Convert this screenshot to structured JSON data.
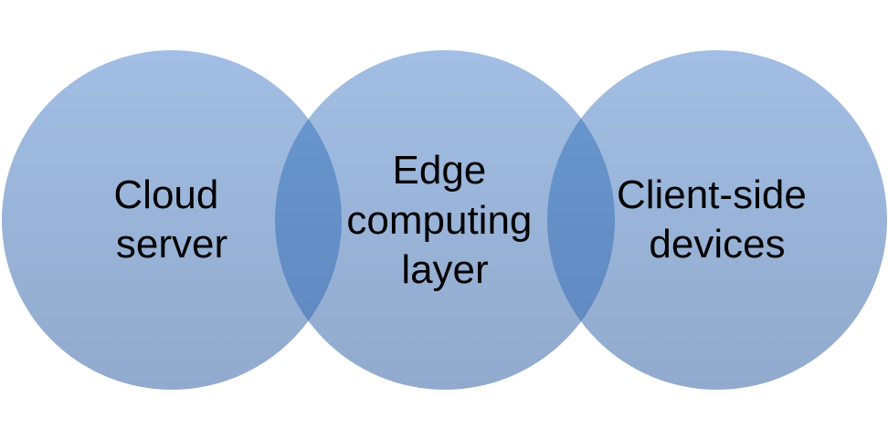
{
  "diagram": {
    "type": "venn",
    "circles": [
      {
        "label_lines": [
          "Cloud",
          "server"
        ]
      },
      {
        "label_lines": [
          "Edge",
          "computing",
          "layer"
        ]
      },
      {
        "label_lines": [
          "Client-side",
          "devices"
        ]
      }
    ]
  },
  "colors": {
    "circle_top": "#a2bee4",
    "circle_bottom": "#91aacd",
    "overlap_top": "#6a98d0",
    "overlap_bottom": "#5f87be",
    "text": "#000000",
    "background": "#ffffff"
  }
}
